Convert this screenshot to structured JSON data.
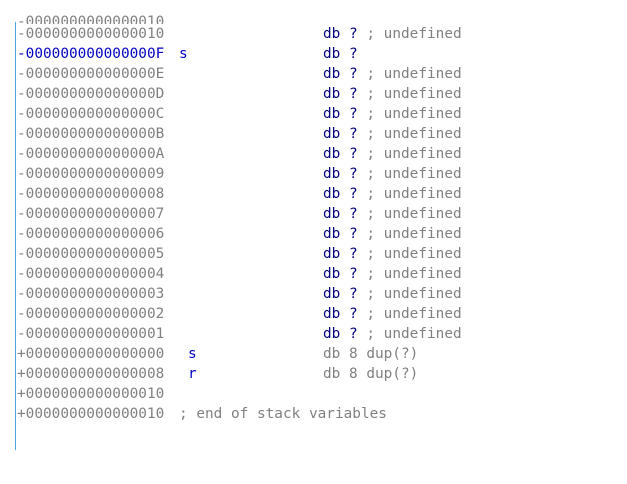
{
  "rows": [
    {
      "addr": "-0000000000000010"
    },
    {
      "addr": "-0000000000000010",
      "op": "db",
      "q": "?",
      "comment": "; undefined"
    },
    {
      "addr": "-000000000000000F",
      "name": "s",
      "op": "db",
      "q": "?"
    },
    {
      "addr": "-000000000000000E",
      "op": "db",
      "q": "?",
      "comment": "; undefined"
    },
    {
      "addr": "-000000000000000D",
      "op": "db",
      "q": "?",
      "comment": "; undefined"
    },
    {
      "addr": "-000000000000000C",
      "op": "db",
      "q": "?",
      "comment": "; undefined"
    },
    {
      "addr": "-000000000000000B",
      "op": "db",
      "q": "?",
      "comment": "; undefined"
    },
    {
      "addr": "-000000000000000A",
      "op": "db",
      "q": "?",
      "comment": "; undefined"
    },
    {
      "addr": "-0000000000000009",
      "op": "db",
      "q": "?",
      "comment": "; undefined"
    },
    {
      "addr": "-0000000000000008",
      "op": "db",
      "q": "?",
      "comment": "; undefined"
    },
    {
      "addr": "-0000000000000007",
      "op": "db",
      "q": "?",
      "comment": "; undefined"
    },
    {
      "addr": "-0000000000000006",
      "op": "db",
      "q": "?",
      "comment": "; undefined"
    },
    {
      "addr": "-0000000000000005",
      "op": "db",
      "q": "?",
      "comment": "; undefined"
    },
    {
      "addr": "-0000000000000004",
      "op": "db",
      "q": "?",
      "comment": "; undefined"
    },
    {
      "addr": "-0000000000000003",
      "op": "db",
      "q": "?",
      "comment": "; undefined"
    },
    {
      "addr": "-0000000000000002",
      "op": "db",
      "q": "?",
      "comment": "; undefined"
    },
    {
      "addr": "-0000000000000001",
      "op": "db",
      "q": "?",
      "comment": "; undefined"
    },
    {
      "addr": "+0000000000000000",
      "name": "s",
      "op": "db 8 dup(?)"
    },
    {
      "addr": "+0000000000000008",
      "name": "r",
      "op": "db 8 dup(?)"
    },
    {
      "addr": "+0000000000000010"
    },
    {
      "addr": "+0000000000000010",
      "end_comment": "; end of stack variables"
    }
  ]
}
